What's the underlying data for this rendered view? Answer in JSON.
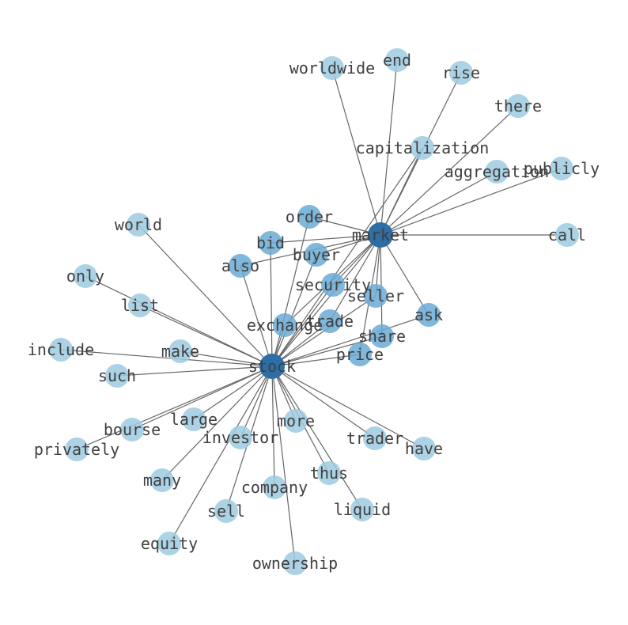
{
  "graph": {
    "colors": {
      "hub": "#2e6ea6",
      "mid": "#6aaad4",
      "leaf": "#9ecae1",
      "edge": "#666666",
      "label": "#404040"
    },
    "nodes": [
      {
        "id": "stock",
        "label": "stock",
        "tier": "hub"
      },
      {
        "id": "market",
        "label": "market",
        "tier": "hub"
      },
      {
        "id": "worldwide",
        "label": "worldwide",
        "tier": "leaf"
      },
      {
        "id": "end",
        "label": "end",
        "tier": "leaf"
      },
      {
        "id": "rise",
        "label": "rise",
        "tier": "leaf"
      },
      {
        "id": "there",
        "label": "there",
        "tier": "leaf"
      },
      {
        "id": "capitalization",
        "label": "capitalization",
        "tier": "leaf"
      },
      {
        "id": "aggregation",
        "label": "aggregation",
        "tier": "leaf"
      },
      {
        "id": "publicly",
        "label": "publicly",
        "tier": "leaf"
      },
      {
        "id": "order",
        "label": "order",
        "tier": "mid"
      },
      {
        "id": "bid",
        "label": "bid",
        "tier": "mid"
      },
      {
        "id": "buyer",
        "label": "buyer",
        "tier": "mid"
      },
      {
        "id": "call",
        "label": "call",
        "tier": "leaf"
      },
      {
        "id": "world",
        "label": "world",
        "tier": "leaf"
      },
      {
        "id": "also",
        "label": "also",
        "tier": "mid"
      },
      {
        "id": "only",
        "label": "only",
        "tier": "leaf"
      },
      {
        "id": "security",
        "label": "security",
        "tier": "mid"
      },
      {
        "id": "seller",
        "label": "seller",
        "tier": "mid"
      },
      {
        "id": "list",
        "label": "list",
        "tier": "leaf"
      },
      {
        "id": "ask",
        "label": "ask",
        "tier": "mid"
      },
      {
        "id": "trade",
        "label": "trade",
        "tier": "mid"
      },
      {
        "id": "exchange",
        "label": "exchange",
        "tier": "mid"
      },
      {
        "id": "share",
        "label": "share",
        "tier": "mid"
      },
      {
        "id": "include",
        "label": "include",
        "tier": "leaf"
      },
      {
        "id": "make",
        "label": "make",
        "tier": "leaf"
      },
      {
        "id": "price",
        "label": "price",
        "tier": "mid"
      },
      {
        "id": "such",
        "label": "such",
        "tier": "leaf"
      },
      {
        "id": "large",
        "label": "large",
        "tier": "leaf"
      },
      {
        "id": "more",
        "label": "more",
        "tier": "leaf"
      },
      {
        "id": "bourse",
        "label": "bourse",
        "tier": "leaf"
      },
      {
        "id": "investor",
        "label": "investor",
        "tier": "leaf"
      },
      {
        "id": "trader",
        "label": "trader",
        "tier": "leaf"
      },
      {
        "id": "have",
        "label": "have",
        "tier": "leaf"
      },
      {
        "id": "privately",
        "label": "privately",
        "tier": "leaf"
      },
      {
        "id": "thus",
        "label": "thus",
        "tier": "leaf"
      },
      {
        "id": "many",
        "label": "many",
        "tier": "leaf"
      },
      {
        "id": "company",
        "label": "company",
        "tier": "leaf"
      },
      {
        "id": "sell",
        "label": "sell",
        "tier": "leaf"
      },
      {
        "id": "liquid",
        "label": "liquid",
        "tier": "leaf"
      },
      {
        "id": "equity",
        "label": "equity",
        "tier": "leaf"
      },
      {
        "id": "ownership",
        "label": "ownership",
        "tier": "leaf"
      }
    ],
    "edges": [
      [
        "market",
        "worldwide"
      ],
      [
        "market",
        "end"
      ],
      [
        "market",
        "rise"
      ],
      [
        "market",
        "there"
      ],
      [
        "market",
        "capitalization"
      ],
      [
        "market",
        "aggregation"
      ],
      [
        "market",
        "publicly"
      ],
      [
        "market",
        "order"
      ],
      [
        "market",
        "bid"
      ],
      [
        "market",
        "buyer"
      ],
      [
        "market",
        "call"
      ],
      [
        "market",
        "also"
      ],
      [
        "market",
        "security"
      ],
      [
        "market",
        "seller"
      ],
      [
        "market",
        "ask"
      ],
      [
        "market",
        "trade"
      ],
      [
        "market",
        "exchange"
      ],
      [
        "market",
        "share"
      ],
      [
        "market",
        "price"
      ],
      [
        "market",
        "stock"
      ],
      [
        "stock",
        "world"
      ],
      [
        "stock",
        "only"
      ],
      [
        "stock",
        "list"
      ],
      [
        "stock",
        "include"
      ],
      [
        "stock",
        "make"
      ],
      [
        "stock",
        "such"
      ],
      [
        "stock",
        "bourse"
      ],
      [
        "stock",
        "privately"
      ],
      [
        "stock",
        "large"
      ],
      [
        "stock",
        "investor"
      ],
      [
        "stock",
        "many"
      ],
      [
        "stock",
        "more"
      ],
      [
        "stock",
        "company"
      ],
      [
        "stock",
        "sell"
      ],
      [
        "stock",
        "equity"
      ],
      [
        "stock",
        "ownership"
      ],
      [
        "stock",
        "thus"
      ],
      [
        "stock",
        "liquid"
      ],
      [
        "stock",
        "trader"
      ],
      [
        "stock",
        "have"
      ],
      [
        "stock",
        "also"
      ],
      [
        "stock",
        "bid"
      ],
      [
        "stock",
        "order"
      ],
      [
        "stock",
        "buyer"
      ],
      [
        "stock",
        "security"
      ],
      [
        "stock",
        "seller"
      ],
      [
        "stock",
        "exchange"
      ],
      [
        "stock",
        "trade"
      ],
      [
        "stock",
        "share"
      ],
      [
        "stock",
        "price"
      ],
      [
        "stock",
        "ask"
      ],
      [
        "stock",
        "capitalization"
      ]
    ]
  }
}
